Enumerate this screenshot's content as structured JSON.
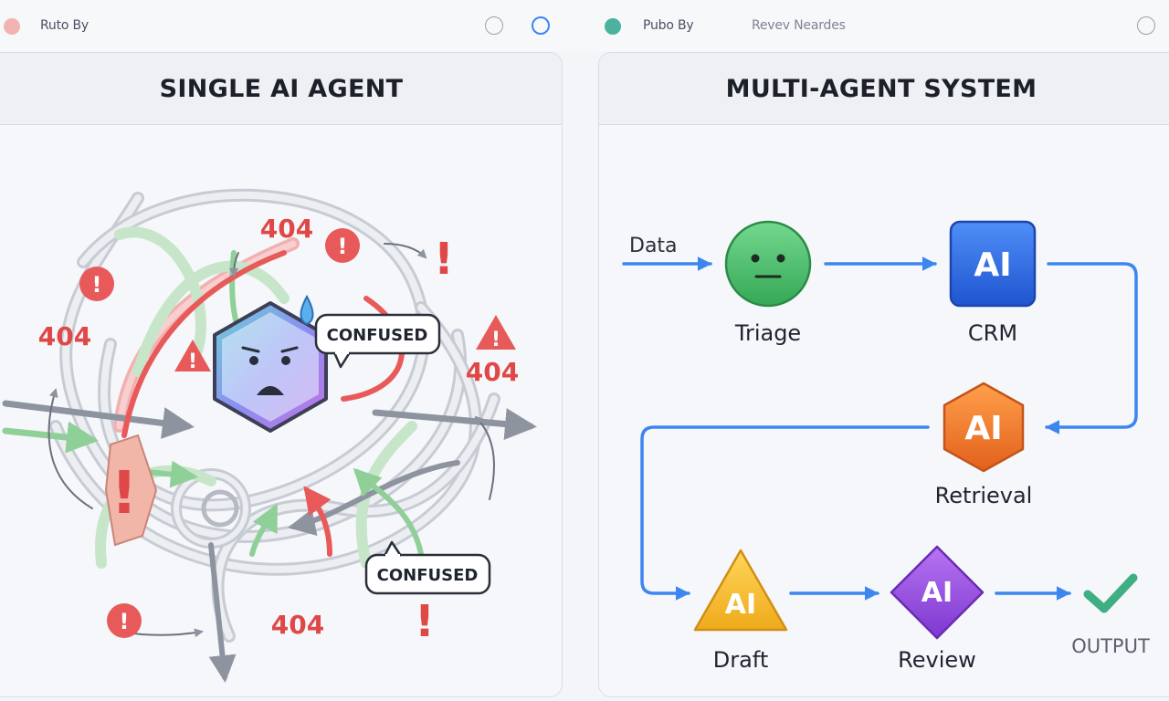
{
  "topbar": {
    "left_label": "Ruto By",
    "right_label": "Pubo By",
    "right_secondary_label": "Revev Neardes"
  },
  "single_agent": {
    "title": "SINGLE AI AGENT",
    "errors": [
      "404",
      "404",
      "404",
      "404"
    ],
    "bubbles": [
      "CONFUSED",
      "CONFUSED"
    ],
    "alert_glyph": "!"
  },
  "multi_agent": {
    "title": "MULTI-AGENT SYSTEM",
    "input_label": "Data",
    "nodes": [
      {
        "label": "Triage",
        "glyph": "",
        "color": "#4cc26f",
        "shape": "circle"
      },
      {
        "label": "CRM",
        "glyph": "AI",
        "color": "#2f6fe6",
        "shape": "rounded-square"
      },
      {
        "label": "Retrieval",
        "glyph": "AI",
        "color": "#f07a2a",
        "shape": "hexagon"
      },
      {
        "label": "Draft",
        "glyph": "AI",
        "color": "#f6c02c",
        "shape": "triangle"
      },
      {
        "label": "Review",
        "glyph": "AI",
        "color": "#9a4fe0",
        "shape": "diamond"
      }
    ],
    "output_label": "OUTPUT"
  },
  "colors": {
    "flow_arrow": "#3d86f0",
    "error_red": "#e04848",
    "output_check": "#3fae82"
  }
}
